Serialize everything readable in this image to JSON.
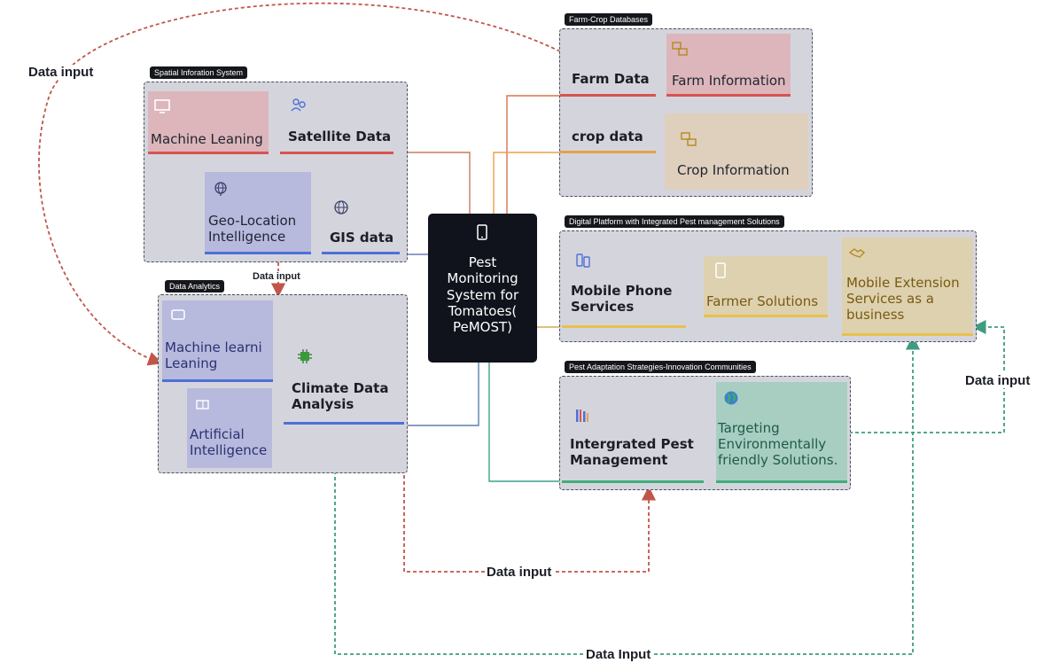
{
  "central_system": {
    "name": "Pest\nMonitoring\nSystem for\nTomatoes(\nPeMOST)"
  },
  "groups": {
    "farm_crop": {
      "title": "Farm-Crop Databases",
      "farm_data": "Farm Data",
      "farm_information": "Farm Information",
      "crop_data": "crop data",
      "crop_information": "Crop Information"
    },
    "spatial": {
      "title": "Spatial Inforation System",
      "machine_learning": "Machine Leaning",
      "satellite_data": "Satellite Data",
      "geo_location": "Geo-Location\nIntelligence",
      "gis_data": "GIS data"
    },
    "analytics": {
      "title": "Data Analytics",
      "machine_learning": "Machine learni\nLeaning",
      "artificial_intelligence": "Artificial\nIntelligence",
      "climate": "Climate Data\nAnalysis"
    },
    "digital": {
      "title": "Digital Platform with Integrated Pest management Solutions",
      "mobile_phone": "Mobile Phone\nServices",
      "farmer_solutions": "Farmer Solutions",
      "mobile_extension": "Mobile Extension\nServices as a\nbusiness"
    },
    "pest": {
      "title": "Pest Adaptation Strategies-Innovation Communities",
      "ipm": "Intergrated Pest\nManagement",
      "targeting": "Targeting\nEnvironmentally\nfriendly Solutions."
    }
  },
  "flow_labels": {
    "top_left": "Data input",
    "spatial_to_analytics": "Data input",
    "right": "Data input",
    "bottom_red": "Data input",
    "bottom_green": "Data Input"
  },
  "colors": {
    "red_link": "#c0564a",
    "green_link": "#3f9c82",
    "center": "#10131c",
    "bar_red": "#d9534f",
    "bar_blue": "#4f6fd8",
    "bar_orange": "#e8a04a",
    "bar_yellow": "#e8c14a",
    "bar_green": "#3fae7a"
  },
  "icons": [
    "monitor-icon",
    "users-icon",
    "globe-network-icon",
    "globe-icon",
    "smartphone-icon",
    "folder-swap-icon",
    "chip-icon",
    "brain-icon",
    "barcode-icon",
    "handshake-icon",
    "earth-icon",
    "robot-icon"
  ]
}
